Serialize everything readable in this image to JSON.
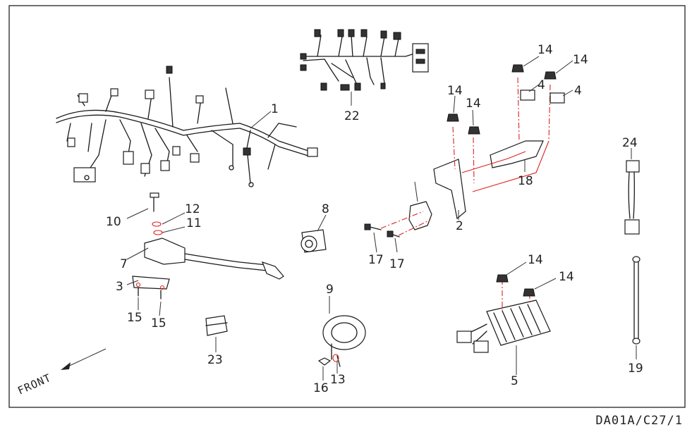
{
  "diagram": {
    "code": "DA01A/C27/1",
    "direction_label": "FRONT",
    "callouts": [
      "1",
      "2",
      "3",
      "4",
      "4",
      "5",
      "7",
      "8",
      "9",
      "10",
      "11",
      "12",
      "13",
      "14",
      "14",
      "14",
      "14",
      "14",
      "14",
      "15",
      "15",
      "16",
      "17",
      "17",
      "18",
      "19",
      "22",
      "23",
      "24"
    ]
  },
  "colors": {
    "outline": "#1a1a1a",
    "guide": "#dd2222",
    "frame": "#333333"
  }
}
